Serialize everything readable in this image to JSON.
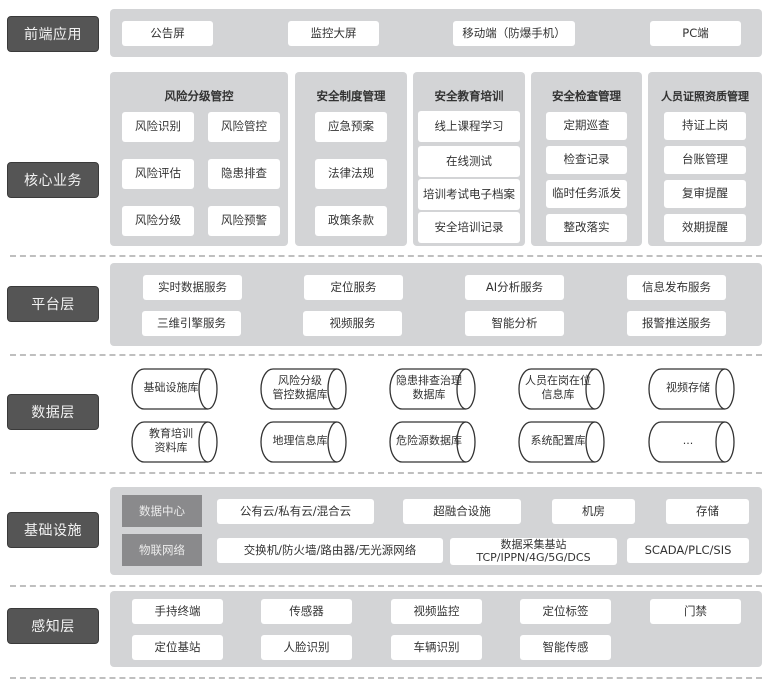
{
  "layers": {
    "frontend": {
      "label": "前端应用",
      "items": [
        "公告屏",
        "监控大屏",
        "移动端（防爆手机）",
        "PC端"
      ]
    },
    "core": {
      "label": "核心业务",
      "columns": [
        {
          "title": "风险分级管控",
          "items": [
            "风险识别",
            "风险管控",
            "风险评估",
            "隐患排查",
            "风险分级",
            "风险预警"
          ]
        },
        {
          "title": "安全制度管理",
          "items": [
            "应急预案",
            "法律法规",
            "政策条款"
          ]
        },
        {
          "title": "安全教育培训",
          "items": [
            "线上课程学习",
            "在线测试",
            "培训考试电子档案",
            "安全培训记录"
          ]
        },
        {
          "title": "安全检查管理",
          "items": [
            "定期巡查",
            "检查记录",
            "临时任务派发",
            "整改落实"
          ]
        },
        {
          "title": "人员证照资质管理",
          "items": [
            "持证上岗",
            "台账管理",
            "复审提醒",
            "效期提醒"
          ]
        }
      ]
    },
    "platform": {
      "label": "平台层",
      "items": [
        "实时数据服务",
        "定位服务",
        "AI分析服务",
        "信息发布服务",
        "三维引擎服务",
        "视频服务",
        "智能分析",
        "报警推送服务"
      ]
    },
    "data": {
      "label": "数据层",
      "items": [
        "基础设施库",
        "风险分级\n管控数据库",
        "隐患排查治理\n数据库",
        "人员在岗在位\n信息库",
        "视频存储",
        "教育培训\n资料库",
        "地理信息库",
        "危险源数据库",
        "系统配置库",
        "..."
      ]
    },
    "infrastructure": {
      "label": "基础设施",
      "rows": [
        {
          "category": "数据中心",
          "items": [
            "公有云/私有云/混合云",
            "超融合设施",
            "机房",
            "存储"
          ]
        },
        {
          "category": "物联网络",
          "items": [
            "交换机/防火墙/路由器/无光源网络",
            "数据采集基站\nTCP/IPPN/4G/5G/DCS",
            "SCADA/PLC/SIS"
          ]
        }
      ]
    },
    "perception": {
      "label": "感知层",
      "items": [
        "手持终端",
        "传感器",
        "视频监控",
        "定位标签",
        "门禁",
        "定位基站",
        "人脸识别",
        "车辆识别",
        "智能传感"
      ]
    }
  },
  "colors": {
    "label_bg": "#555555",
    "panel_bg": "#d3d4d6",
    "box_bg": "#ffffff",
    "category_bg": "#8a8a8c",
    "dash": "#bfbfbf"
  }
}
